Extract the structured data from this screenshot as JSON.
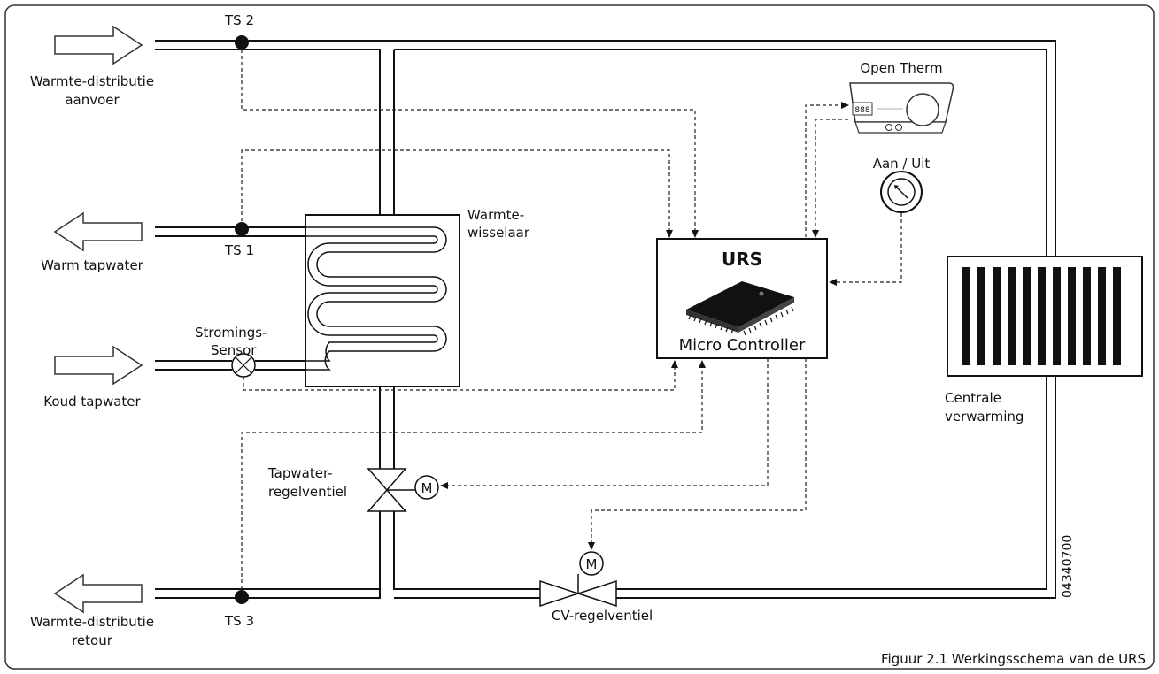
{
  "labels": {
    "ts2": "TS 2",
    "ts1": "TS 1",
    "ts3": "TS 3",
    "warmte_distributie_aanvoer": [
      "Warmte-distributie",
      "aanvoer"
    ],
    "warm_tapwater": "Warm tapwater",
    "koud_tapwater": "Koud tapwater",
    "warmte_distributie_retour": [
      "Warmte-distributie",
      "retour"
    ],
    "stromings_sensor": [
      "Stromings-",
      "Sensor"
    ],
    "warmtewisselaar": [
      "Warmte-",
      "wisselaar"
    ],
    "urs": "URS",
    "micro_controller": "Micro Controller",
    "open_therm": "Open Therm",
    "thermostat_display": "888",
    "aan_uit": "Aan / Uit",
    "tapwater_regelventiel": [
      "Tapwater-",
      "regelventiel"
    ],
    "motor": "M",
    "cv_regelventiel": "CV-regelventiel",
    "centrale_verwarming": [
      "Centrale",
      "verwarming"
    ],
    "drawing_number": "04340700",
    "caption": "Figuur 2.1 Werkingsschema van de URS"
  }
}
